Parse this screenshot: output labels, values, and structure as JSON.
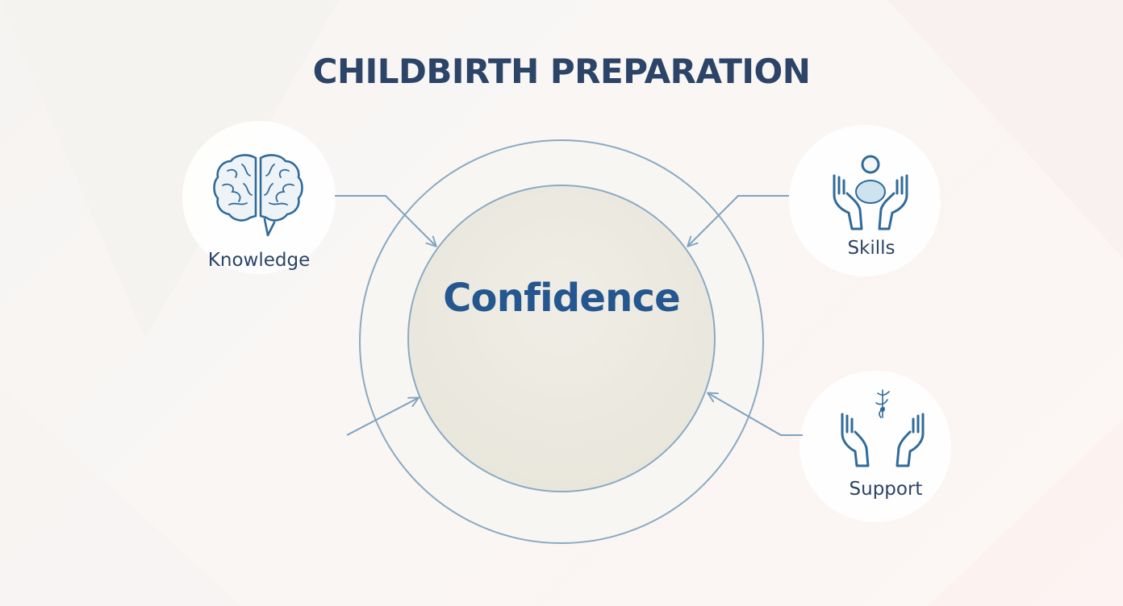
{
  "title": "CHILDBIRTH PREPARATION",
  "center": {
    "label": "Confidence"
  },
  "nodes": [
    {
      "label": "Knowledge",
      "icon": "brain-icon"
    },
    {
      "label": "Skills",
      "icon": "person-in-hands-icon"
    },
    {
      "label": "Support",
      "icon": "supporting-hands-icon"
    }
  ],
  "colors": {
    "title": "#2b4467",
    "center_text": "#24578f",
    "line": "#7ea2c0",
    "icon": "#2f6b9a",
    "center_fill": "#eeece3"
  }
}
